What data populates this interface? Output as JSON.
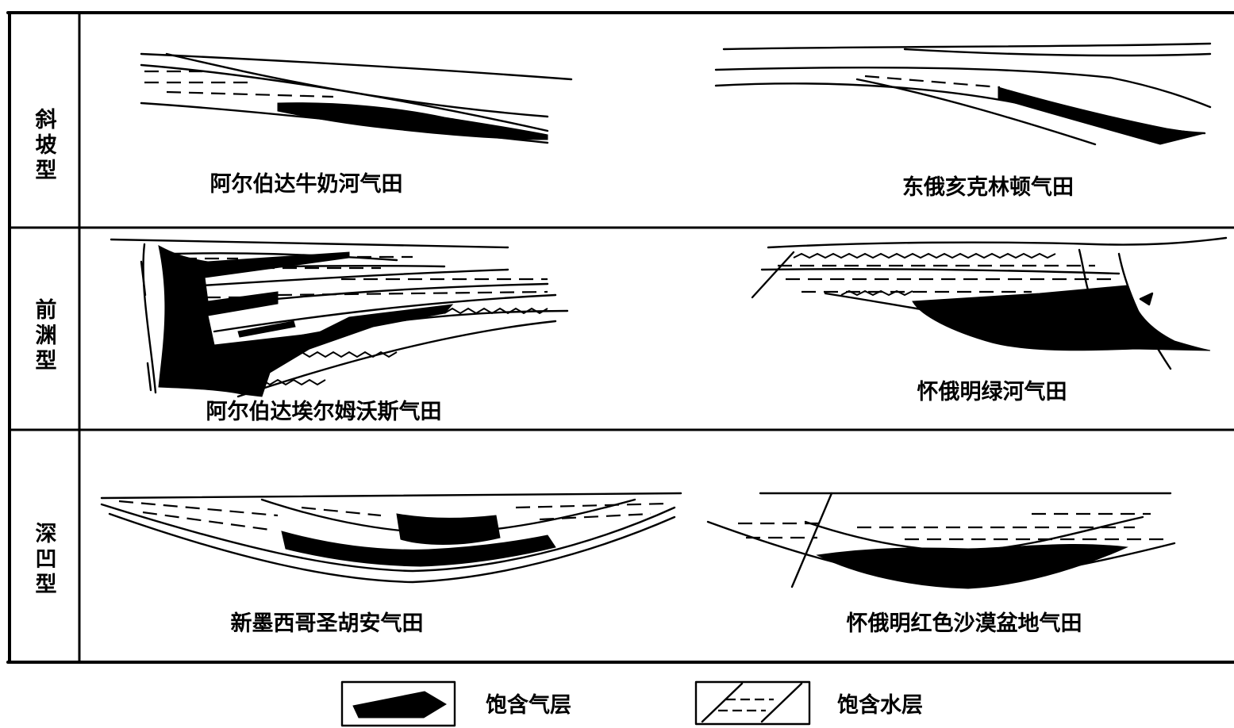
{
  "rows": [
    {
      "category": [
        "斜",
        "坡",
        "型"
      ],
      "left_caption": "阿尔伯达牛奶河气田",
      "right_caption": "东俄亥克林顿气田"
    },
    {
      "category": [
        "前",
        "渊",
        "型"
      ],
      "left_caption": "阿尔伯达埃尔姆沃斯气田",
      "right_caption": "怀俄明绿河气田"
    },
    {
      "category": [
        "深",
        "凹",
        "型"
      ],
      "left_caption": "新墨西哥圣胡安气田",
      "right_caption": "怀俄明红色沙漠盆地气田"
    }
  ],
  "legend": {
    "gas_label": "饱含气层",
    "water_label": "饱含水层"
  },
  "colors": {
    "ink": "#000000",
    "background": "#ffffff"
  }
}
